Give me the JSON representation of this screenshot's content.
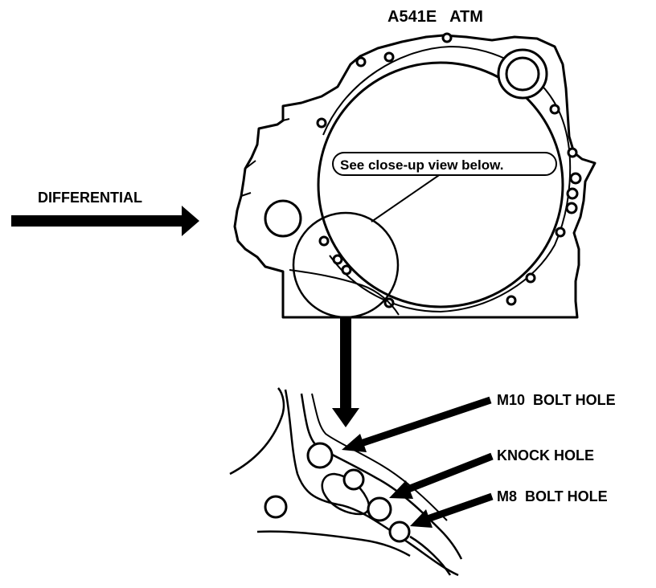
{
  "title": "A541E   ATM",
  "differential_label": "DIFFERENTIAL",
  "callout": "See close-up view below.",
  "closeup_labels": {
    "m10": "M10  BOLT HOLE",
    "knock": "KNOCK HOLE",
    "m8": "M8  BOLT HOLE"
  },
  "colors": {
    "ink": "#000000",
    "paper": "#ffffff"
  }
}
